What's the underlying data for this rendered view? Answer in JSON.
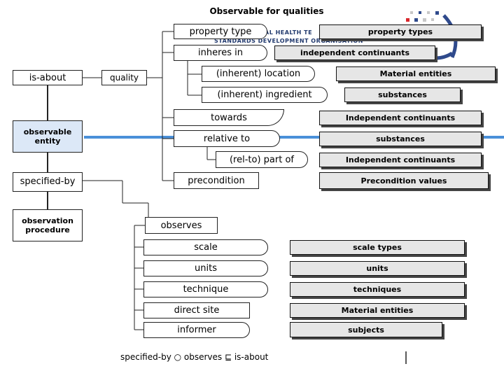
{
  "title": "Observable for qualities",
  "logo": {
    "line1": "AL HEALTH TE",
    "line2": "STANDARDS DEVELOPMENT ORGANISATION",
    "icon": "ihtsdo-logo-icon"
  },
  "left_nodes": {
    "is_about": "is-about",
    "observable_entity": "observable entity",
    "specified_by": "specified-by",
    "observation_procedure": "observation procedure"
  },
  "quality": "quality",
  "attributes": {
    "property_type": "property type",
    "inheres_in": "inheres in",
    "inherent_location": "(inherent) location",
    "inherent_ingredient": "(inherent) ingredient",
    "towards": "towards",
    "relative_to": "relative to",
    "rel_to_part_of": "(rel-to) part of",
    "precondition": "precondition",
    "observes": "observes",
    "scale": "scale",
    "units": "units",
    "technique": "technique",
    "direct_site": "direct site",
    "informer": "informer"
  },
  "values": {
    "property_types": "property types",
    "independent_continuants_1": "independent continuants",
    "material_entities_1": "Material entities",
    "substances_1": "substances",
    "independent_continuants_2": "Independent continuants",
    "substances_2": "substances",
    "independent_continuants_3": "Independent continuants",
    "precondition_values": "Precondition values",
    "scale_types": "scale types",
    "units": "units",
    "techniques": "techniques",
    "material_entities_2": "Material entities",
    "subjects": "subjects"
  },
  "formula": "specified-by ○ observes ⊑ is-about",
  "colors": {
    "accent_blue": "#4a90d9",
    "value_fill": "#e6e6e6",
    "observable_fill": "#dce8f7",
    "logo_blue": "#2f4a8c",
    "logo_red": "#d9262c"
  }
}
